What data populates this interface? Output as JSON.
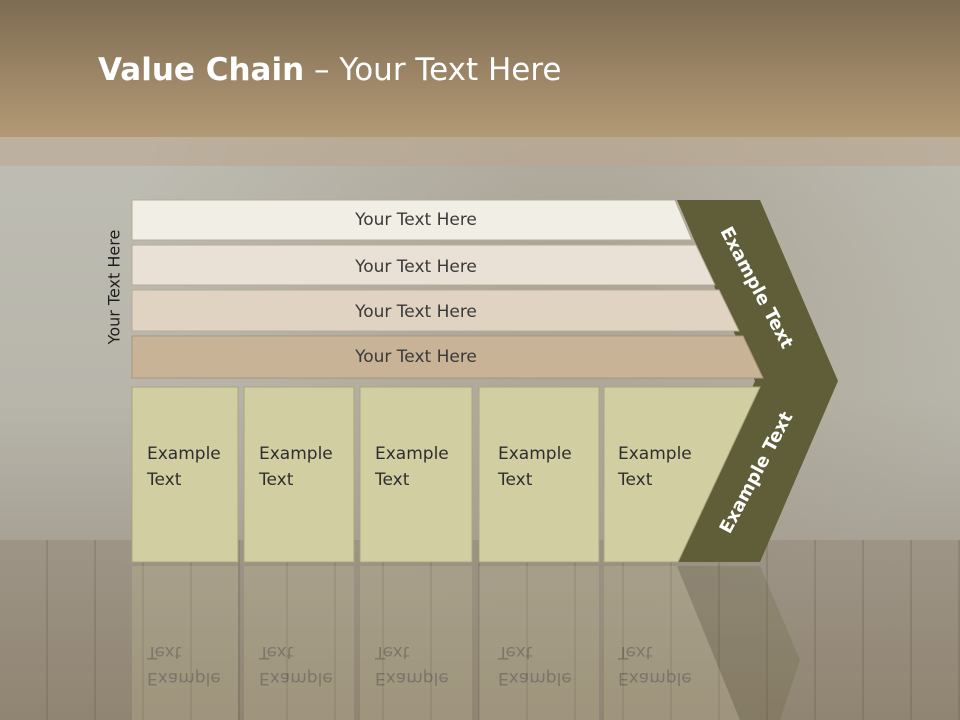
{
  "slide": {
    "title_bold": "Value Chain",
    "title_rest": " – Your Text Here",
    "side_label": "Your Text Here"
  },
  "bars": [
    {
      "label": "Your Text Here",
      "fill": "#f1eee6"
    },
    {
      "label": "Your Text Here",
      "fill": "#e9e1d5"
    },
    {
      "label": "Your Text Here",
      "fill": "#e0d3c1"
    },
    {
      "label": "Your Text Here",
      "fill": "#c8b396"
    }
  ],
  "boxes": [
    {
      "line1": "Example",
      "line2": "Text"
    },
    {
      "line1": "Example",
      "line2": "Text"
    },
    {
      "line1": "Example",
      "line2": "Text"
    },
    {
      "line1": "Example",
      "line2": "Text"
    },
    {
      "line1": "Example",
      "line2": "Text"
    }
  ],
  "chevron": {
    "upper_label": "Example Text",
    "lower_label": "Example Text",
    "color": "#5f5e38"
  },
  "colors": {
    "box_fill": "#d1cfa2",
    "box_stroke": "#a9a67a",
    "header": "#9c8566"
  }
}
